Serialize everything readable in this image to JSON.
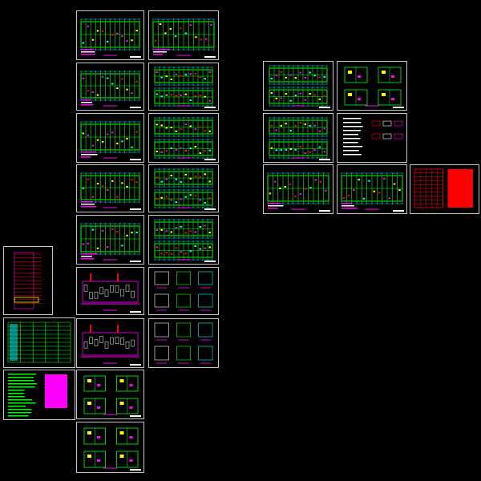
{
  "colors": {
    "background": "#000000",
    "sheet_border": "#c8c8c8",
    "wall": "#00ff00",
    "dim": "#00ffff",
    "accent_magenta": "#ff00ff",
    "accent_yellow": "#ffff00",
    "accent_red": "#ff0000",
    "accent_white": "#ffffff"
  },
  "sheets": [
    {
      "id": "A-01",
      "kind": "floor-plan-wide"
    },
    {
      "id": "A-02",
      "kind": "floor-plan-wide"
    },
    {
      "id": "A-03",
      "kind": "floor-plan-wide"
    },
    {
      "id": "A-04",
      "kind": "floor-plan-wide"
    },
    {
      "id": "A-05",
      "kind": "floor-plan-wide"
    },
    {
      "id": "A-06",
      "kind": "elevation"
    },
    {
      "id": "A-07",
      "kind": "elevation"
    },
    {
      "id": "A-08",
      "kind": "unit-plans"
    },
    {
      "id": "A-09",
      "kind": "unit-plans"
    },
    {
      "id": "A-10",
      "kind": "floor-plan-wide"
    },
    {
      "id": "A-11",
      "kind": "floor-plan-double"
    },
    {
      "id": "A-12",
      "kind": "floor-plan-double"
    },
    {
      "id": "A-13",
      "kind": "floor-plan-double"
    },
    {
      "id": "A-14",
      "kind": "floor-plan-double"
    },
    {
      "id": "A-15",
      "kind": "details"
    },
    {
      "id": "A-16",
      "kind": "details"
    },
    {
      "id": "A-17",
      "kind": "section-tall"
    },
    {
      "id": "A-18",
      "kind": "schedule-grid"
    },
    {
      "id": "A-19",
      "kind": "notes-sheet"
    },
    {
      "id": "B-01",
      "kind": "floor-plan-double"
    },
    {
      "id": "B-02",
      "kind": "unit-plans"
    },
    {
      "id": "B-03",
      "kind": "floor-plan-double"
    },
    {
      "id": "B-04",
      "kind": "legend-sheet"
    },
    {
      "id": "B-05",
      "kind": "floor-plan-wide"
    },
    {
      "id": "B-06",
      "kind": "floor-plan-wide"
    },
    {
      "id": "B-07",
      "kind": "red-table"
    }
  ]
}
